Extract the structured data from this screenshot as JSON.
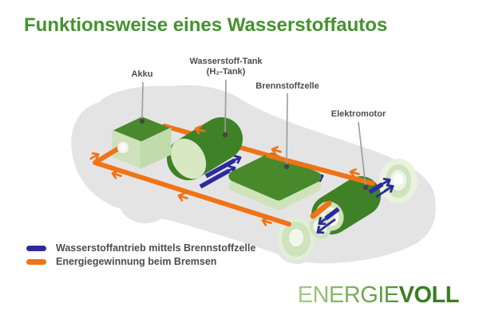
{
  "title": "Funktionsweise eines Wasserstoffautos",
  "component_labels": {
    "akku": "Akku",
    "tank_line1": "Wasserstoff-Tank",
    "tank_line2": "(H₂-Tank)",
    "brennstoffzelle": "Brennstoffzelle",
    "elektromotor": "Elektromotor"
  },
  "legend": {
    "items": [
      {
        "label": "Wasserstoffantrieb mittels Brennstoffzelle",
        "color": "#2b2b9e"
      },
      {
        "label": "Energiegewinnung beim Bremsen",
        "color": "#f07316"
      }
    ]
  },
  "logo": {
    "text_light": "ENERGIE",
    "text_bold": "VOLL"
  },
  "colors": {
    "title_green": "#459230",
    "component_green_dark": "#47892b",
    "component_green_mid": "#3f8127",
    "component_green_light": "#cde1ba",
    "component_cap_light": "#d7e8c3",
    "car_body_gray": "#e4e4e4",
    "hydrogen_blue": "#2b2b9e",
    "energy_orange": "#f07316",
    "label_text": "#4d4d4d",
    "pointer_line_gray": "#9b9b9b",
    "logo_green_light": "#a6cd88",
    "logo_green_dark": "#3a7d22"
  }
}
